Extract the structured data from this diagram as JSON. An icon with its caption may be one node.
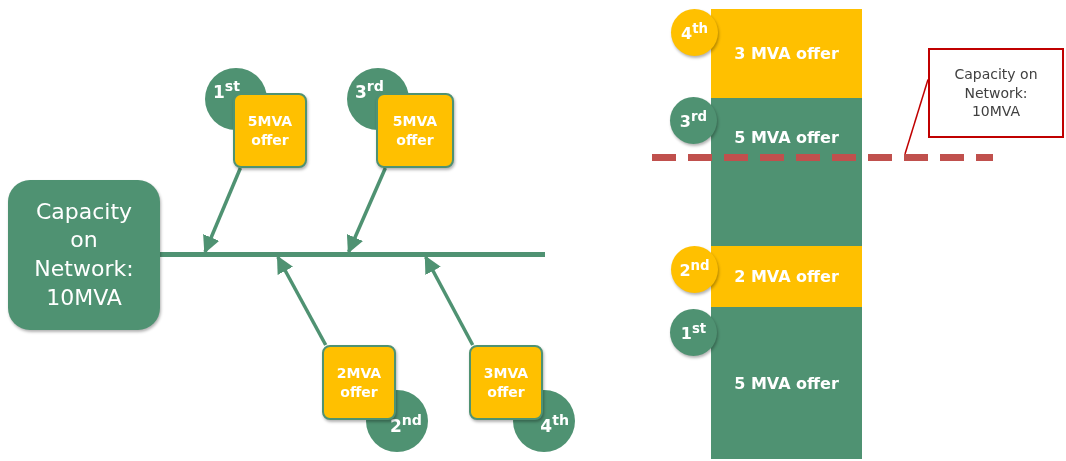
{
  "diagram": {
    "nodes": [
      {
        "text": [
          "Capacity on Network: 10MVA"
        ]
      },
      {
        "text": [],
        "shape": "line"
      },
      {
        "text": [
          "1$^{st}$"
        ]
      },
      {
        "text": [
          "5MVA offer"
        ]
      },
      {
        "text": [
          "3$^{rd}$"
        ]
      },
      {
        "text": [
          "5MVA offer"
        ]
      },
      {
        "text": [
          "2MVA offer"
        ]
      },
      {
        "text": [
          "2$^{nd}$"
        ]
      },
      {
        "text": [
          "3MVA offer"
        ]
      },
      {
        "text": [
          "4$^{th}$"
        ]
      },
      {
        "text": [
          "4$^{th}$"
        ]
      },
      {
        "text": [
          "3 MVA offer"
        ]
      },
      {
        "text": [
          "3$^{rd}$"
        ]
      },
      {
        "text": [
          "5 MVA offer"
        ]
      },
      {
        "text": [
          "2$^{nd}$"
        ]
      },
      {
        "text": [
          "2 MVA offer"
        ]
      },
      {
        "text": [
          "1$^{st}$"
        ]
      },
      {
        "text": [
          "5 MVA offer"
        ]
      },
      {
        "text": [
          "Capacity on Network: 10MVA"
        ]
      },
      {
        "text": [],
        "shape": "line"
      }
    ],
    "edges": [
      {
        "from": 3,
        "to": 1,
        "arrow": "to"
      },
      {
        "from": 5,
        "to": 1,
        "arrow": "to"
      },
      {
        "from": 6,
        "to": 1,
        "arrow": "to"
      },
      {
        "from": 8,
        "to": 1,
        "arrow": "to"
      },
      {
        "from": 18,
        "to": 19,
        "arrow": "none",
        "color": "#c00000"
      }
    ]
  }
}
